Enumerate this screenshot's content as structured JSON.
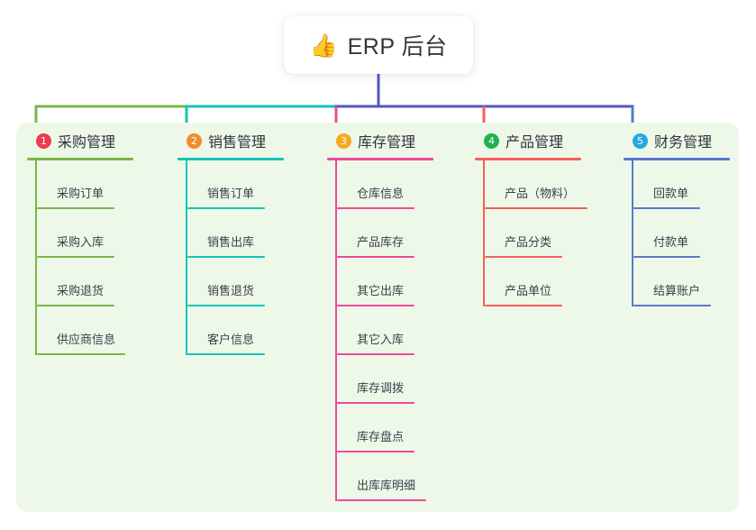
{
  "root": {
    "icon": "thumbs-up-icon",
    "emoji": "👍",
    "title": "ERP 后台"
  },
  "panel": {
    "background": "#eef8e9"
  },
  "trunk_color": "#4f57c4",
  "columns": [
    {
      "number": "1",
      "title": "采购管理",
      "color": "#7ab648",
      "badge_color": "#ee3a4e",
      "head_rule_width": 118,
      "items": [
        {
          "label": "采购订单",
          "rule_width": 86
        },
        {
          "label": "采购入库",
          "rule_width": 86
        },
        {
          "label": "采购退货",
          "rule_width": 86
        },
        {
          "label": "供应商信息",
          "rule_width": 98
        }
      ]
    },
    {
      "number": "2",
      "title": "销售管理",
      "color": "#16c4b4",
      "badge_color": "#f18b2c",
      "head_rule_width": 118,
      "items": [
        {
          "label": "销售订单",
          "rule_width": 86
        },
        {
          "label": "销售出库",
          "rule_width": 86
        },
        {
          "label": "销售退货",
          "rule_width": 86
        },
        {
          "label": "客户信息",
          "rule_width": 86
        }
      ]
    },
    {
      "number": "3",
      "title": "库存管理",
      "color": "#ec4a9b",
      "badge_color": "#f5ab1e",
      "head_rule_width": 118,
      "items": [
        {
          "label": "仓库信息",
          "rule_width": 86
        },
        {
          "label": "产品库存",
          "rule_width": 86
        },
        {
          "label": "其它出库",
          "rule_width": 86
        },
        {
          "label": "其它入库",
          "rule_width": 86
        },
        {
          "label": "库存调拨",
          "rule_width": 86
        },
        {
          "label": "库存盘点",
          "rule_width": 86
        },
        {
          "label": "出库库明细",
          "rule_width": 99
        }
      ]
    },
    {
      "number": "4",
      "title": "产品管理",
      "color": "#f4605b",
      "badge_color": "#22b24c",
      "head_rule_width": 118,
      "items": [
        {
          "label": "产品（物料）",
          "rule_width": 114
        },
        {
          "label": "产品分类",
          "rule_width": 86
        },
        {
          "label": "产品单位",
          "rule_width": 86
        }
      ]
    },
    {
      "number": "5",
      "title": "财务管理",
      "color": "#5878cf",
      "badge_color": "#26a7e0",
      "head_rule_width": 118,
      "items": [
        {
          "label": "回款单",
          "rule_width": 74
        },
        {
          "label": "付款单",
          "rule_width": 74
        },
        {
          "label": "结算账户",
          "rule_width": 86
        }
      ]
    }
  ]
}
